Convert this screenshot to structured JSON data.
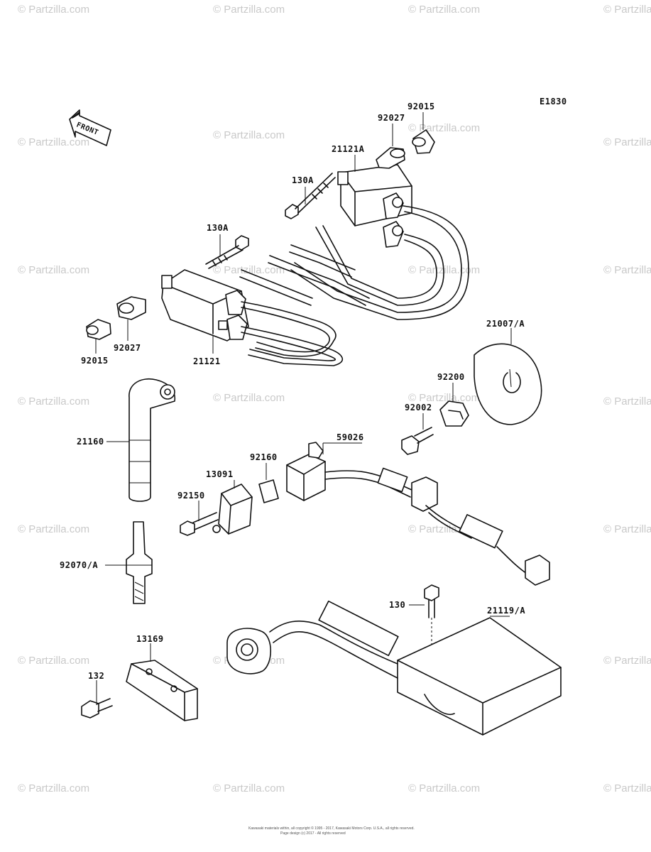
{
  "diagram_code": "E1830",
  "front_label": "FRONT",
  "watermark": "© Partzilla.com",
  "copyright": [
    "Kawasaki materials within, all copyright © 1995 - 2017, Kawasaki Motors Corp. U.S.A., all rights reserved.",
    "Page design (c) 2017 - All rights reserved"
  ],
  "parts": {
    "p92015_top": "92015",
    "p92027_top": "92027",
    "p21121A": "21121A",
    "p130A_top": "130A",
    "p130A_left": "130A",
    "p92015_left": "92015",
    "p92027_left": "92027",
    "p21121": "21121",
    "p21007A": "21007/A",
    "p92200": "92200",
    "p92002": "92002",
    "p59026": "59026",
    "p21160": "21160",
    "p92160": "92160",
    "p13091": "13091",
    "p92150": "92150",
    "p92070A": "92070/A",
    "p130": "130",
    "p21119A": "21119/A",
    "p13169": "13169",
    "p132": "132"
  }
}
